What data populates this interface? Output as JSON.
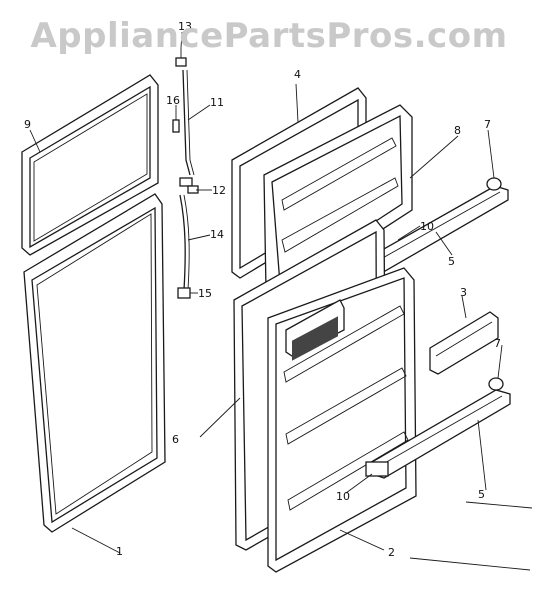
{
  "watermark": "AppliancePartsPros.com",
  "callouts": {
    "c1": "1",
    "c2": "2",
    "c3": "3",
    "c4": "4",
    "c5a": "5",
    "c5b": "5",
    "c6": "6",
    "c7a": "7",
    "c7b": "7",
    "c8": "8",
    "c9": "9",
    "c10a": "10",
    "c10b": "10",
    "c11": "11",
    "c12": "12",
    "c13": "13",
    "c14": "14",
    "c15": "15",
    "c16": "16"
  }
}
